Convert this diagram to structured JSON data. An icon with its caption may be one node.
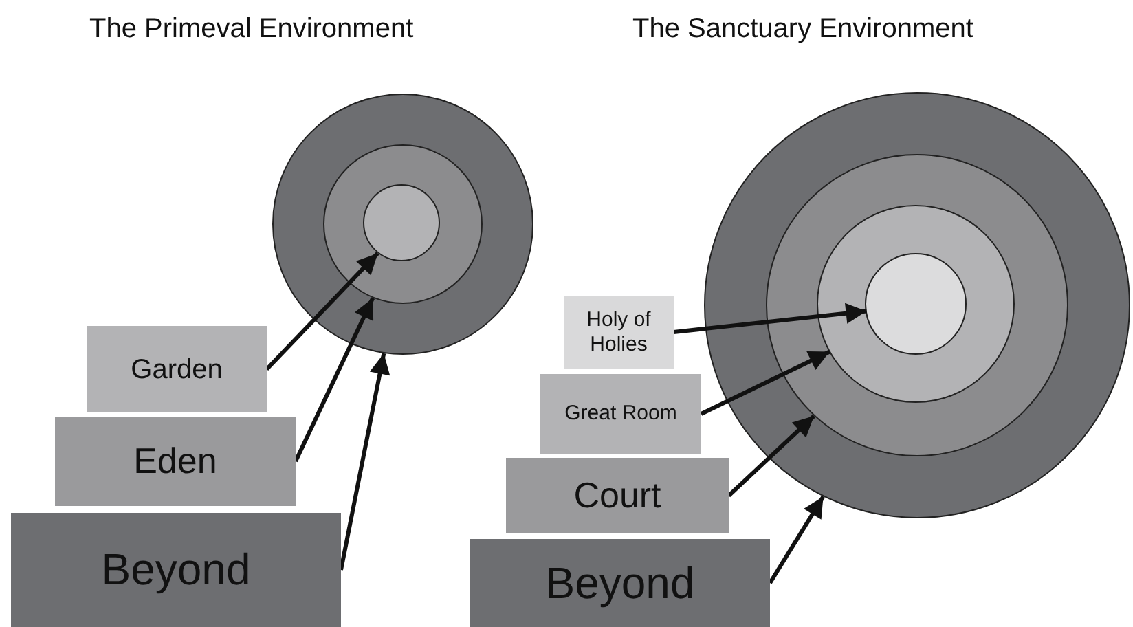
{
  "diagram": {
    "nodes": [
      {
        "text": [],
        "shape": "circle"
      },
      {
        "text": [],
        "shape": "circle",
        "in": 0
      },
      {
        "text": [],
        "shape": "circle",
        "in": 1
      },
      {
        "text": [
          "Garden"
        ]
      },
      {
        "text": [
          "Eden"
        ]
      },
      {
        "text": [
          "Beyond"
        ]
      },
      {
        "text": [],
        "shape": "circle"
      },
      {
        "text": [],
        "shape": "circle",
        "in": 6
      },
      {
        "text": [],
        "shape": "circle",
        "in": 7
      },
      {
        "text": [],
        "shape": "circle",
        "in": 8
      },
      {
        "text": [
          "Holy of Holies"
        ]
      },
      {
        "text": [
          "Great Room"
        ]
      },
      {
        "text": [
          "Court"
        ]
      },
      {
        "text": [
          "Beyond"
        ]
      }
    ],
    "edges": [
      {
        "from": 3,
        "to": 2,
        "arrow": "to"
      },
      {
        "from": 4,
        "to": 1,
        "arrow": "to"
      },
      {
        "from": 5,
        "to": 0,
        "arrow": "to"
      },
      {
        "from": 10,
        "to": 9,
        "arrow": "to"
      },
      {
        "from": 11,
        "to": 8,
        "arrow": "to"
      },
      {
        "from": 12,
        "to": 7,
        "arrow": "to"
      },
      {
        "from": 13,
        "to": 6,
        "arrow": "to"
      }
    ],
    "labels": [
      "The Primeval Environment",
      "The Sanctuary Environment"
    ]
  }
}
